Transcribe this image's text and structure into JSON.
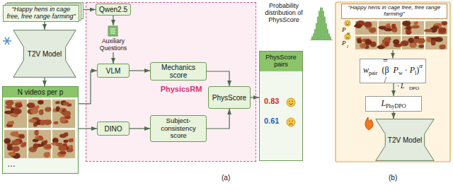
{
  "diagram": {
    "nodes": [
      {
        "text": [
          "“Happy hens in cage free, free range farming”"
        ]
      },
      {
        "text": [
          "T2V Model"
        ]
      },
      {
        "text": [
          "N videos per p"
        ]
      },
      {
        "text": [
          "PhysicsRM"
        ]
      },
      {
        "text": [
          "Qwen2.5"
        ],
        "in": 3
      },
      {
        "text": [
          "Auxiliary Questions"
        ],
        "in": 3
      },
      {
        "text": [
          "VLM"
        ],
        "in": 3
      },
      {
        "text": [
          "DINO"
        ],
        "in": 3
      },
      {
        "text": [
          "Mechanics score"
        ],
        "in": 3
      },
      {
        "text": [
          "Subject-consistency score"
        ],
        "in": 3
      },
      {
        "text": [
          "PhysScore"
        ],
        "in": 3
      },
      {
        "text": [
          "PhysScore pairs",
          "0.83",
          "0.61"
        ]
      },
      {
        "text": [
          "“Happy hens in cage free, free range farming”"
        ]
      },
      {
        "text": [
          "w",
          "pair",
          "= (β /",
          "P",
          "w",
          "·",
          "P",
          "l",
          ")",
          "α"
        ]
      },
      {
        "text": [
          "L",
          "PhyDPO"
        ]
      },
      {
        "text": [
          "T2V Model"
        ]
      }
    ],
    "edges": [
      {
        "from": 0,
        "to": 1,
        "arrow": "to"
      },
      {
        "from": 1,
        "to": 2,
        "arrow": "to"
      },
      {
        "from": 0,
        "to": 4,
        "arrow": "to"
      },
      {
        "from": 4,
        "to": 5,
        "arrow": "to"
      },
      {
        "from": 5,
        "to": 6,
        "arrow": "to"
      },
      {
        "from": 2,
        "to": 6,
        "arrow": "to"
      },
      {
        "from": 2,
        "to": 7,
        "arrow": "to"
      },
      {
        "from": 6,
        "to": 8,
        "arrow": "to"
      },
      {
        "from": 7,
        "to": 9,
        "arrow": "to"
      },
      {
        "from": 8,
        "to": 10,
        "arrow": "to"
      },
      {
        "from": 9,
        "to": 10,
        "arrow": "to"
      },
      {
        "from": 10,
        "to": 11,
        "arrow": "to"
      },
      {
        "from": 12,
        "to": 13,
        "arrow": "to"
      },
      {
        "from": 13,
        "to": 14,
        "arrow": "to"
      },
      {
        "from": 14,
        "to": 15,
        "arrow": "to"
      }
    ],
    "labels": [
      "Probability distribution of PhysScore",
      "…",
      "P",
      "w",
      "P",
      "l",
      "· L",
      "DPO",
      "(a)",
      "(b)"
    ]
  }
}
